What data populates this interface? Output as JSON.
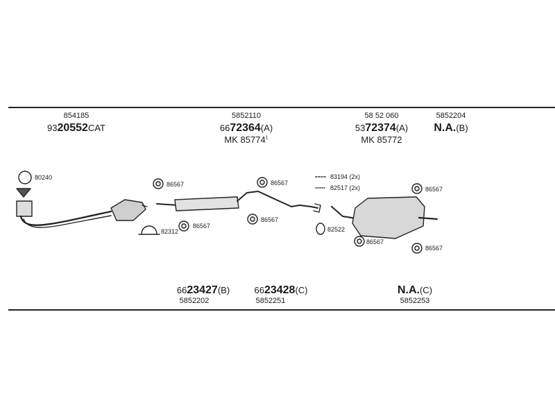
{
  "top": {
    "part1": {
      "ref": "854185",
      "prefix": "93",
      "bold": "20552",
      "suffix": "CAT"
    },
    "part2": {
      "ref": "5852110",
      "prefix": "66",
      "bold": "72364",
      "suffix": "(A)",
      "mk": "MK 85774",
      "mk_sup": "1"
    },
    "part3": {
      "ref": "58 52 060",
      "prefix": "53",
      "bold": "72374",
      "suffix": "(A)",
      "mk": "MK 85772"
    },
    "part4": {
      "ref": "5852204",
      "bold": "N.A.",
      "suffix": "(B)"
    }
  },
  "bottom": {
    "part5": {
      "prefix": "66",
      "bold": "23427",
      "suffix": "(B)",
      "ref": "5852202"
    },
    "part6": {
      "prefix": "66",
      "bold": "23428",
      "suffix": "(C)",
      "ref": "5852251"
    },
    "part7": {
      "bold": "N.A.",
      "suffix": "(C)",
      "ref": "5852253"
    }
  },
  "callouts": {
    "c80240": "80240",
    "c86567a": "86567",
    "c86567b": "86567",
    "c86567c": "86567",
    "c86567d": "86567",
    "c86567e": "86567",
    "c86567f": "86567",
    "c86567g": "86567",
    "c82312": "82312",
    "c83194": "83194 (2x)",
    "c82517": "82517 (2x)",
    "c82522": "82522"
  }
}
